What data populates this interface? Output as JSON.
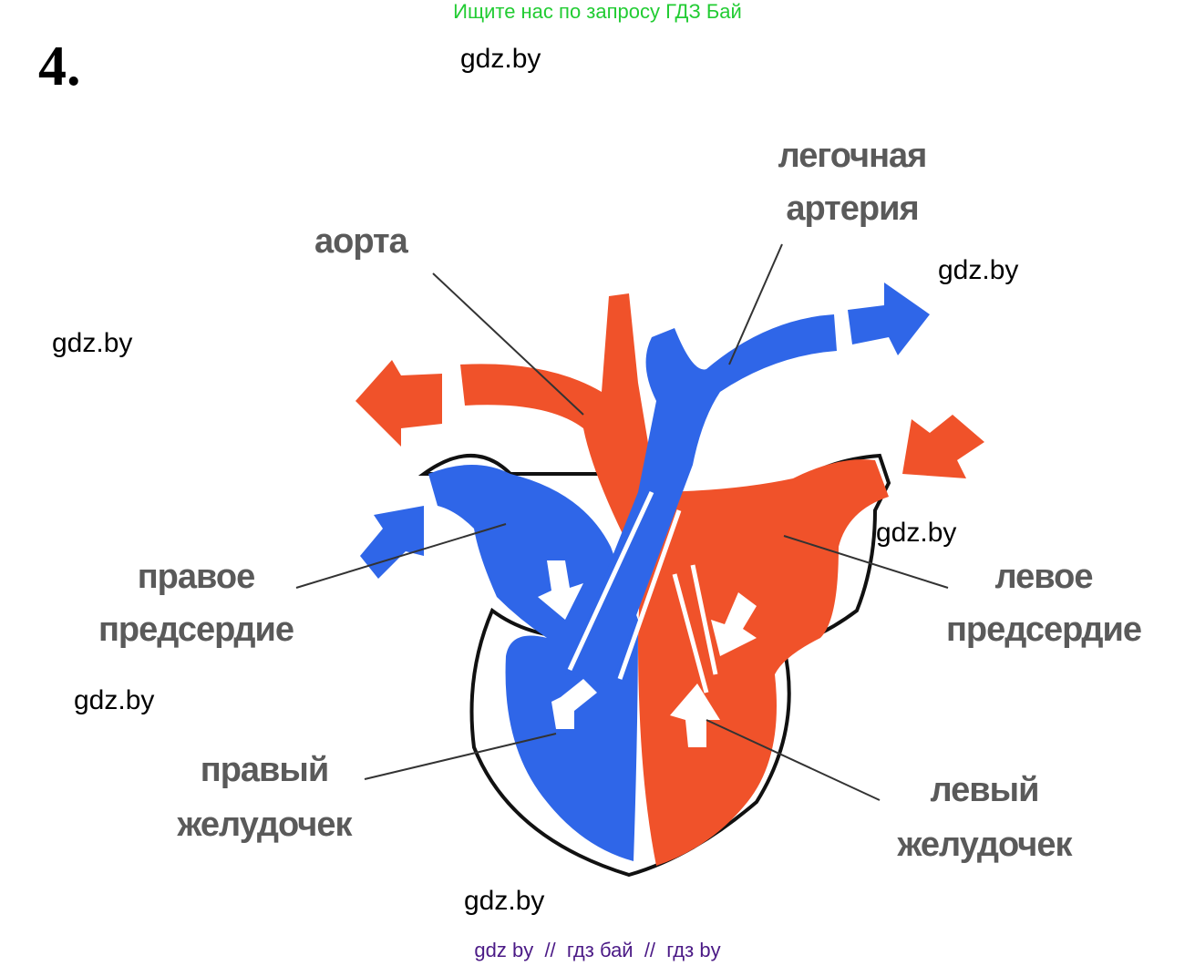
{
  "banner": "Ищите нас по запросу ГДЗ Бай",
  "task_number": "4.",
  "watermark": "gdz.by",
  "labels": {
    "aorta": "аорта",
    "pulmonary_artery_1": "легочная",
    "pulmonary_artery_2": "артерия",
    "right_atrium_1": "правое",
    "right_atrium_2": "предсердие",
    "left_atrium_1": "левое",
    "left_atrium_2": "предсердие",
    "right_ventricle_1": "правый",
    "right_ventricle_2": "желудочек",
    "left_ventricle_1": "левый",
    "left_ventricle_2": "желудочек"
  },
  "colors": {
    "arterial": "#f0522a",
    "venous": "#2f66e8",
    "banner": "#22cc33",
    "footer": "#4b1a86"
  },
  "footer": "gdz by  //  гдз бай  //  гдз by"
}
